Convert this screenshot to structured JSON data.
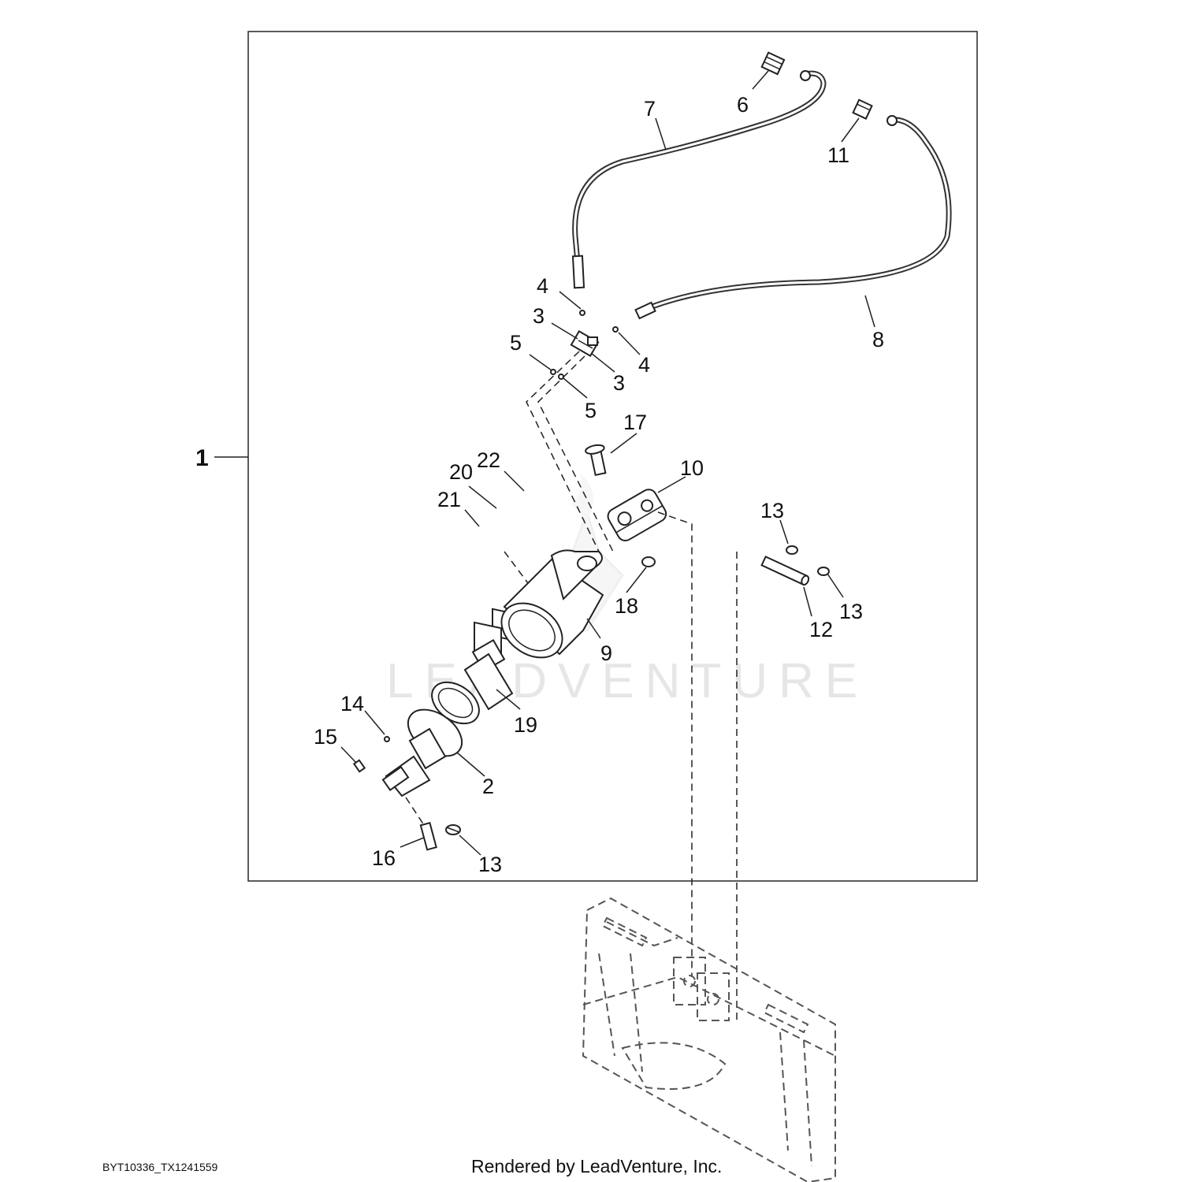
{
  "watermark": "LEADVENTURE",
  "footer": {
    "drawing_id": "BYT10336_TX1241559",
    "credit": "Rendered by LeadVenture, Inc."
  },
  "callouts": {
    "c1": "1",
    "c2": "2",
    "c3a": "3",
    "c3b": "3",
    "c4a": "4",
    "c4b": "4",
    "c5a": "5",
    "c5b": "5",
    "c6": "6",
    "c7": "7",
    "c8": "8",
    "c9": "9",
    "c10": "10",
    "c11": "11",
    "c12": "12",
    "c13a": "13",
    "c13b": "13",
    "c13c": "13",
    "c14": "14",
    "c15": "15",
    "c16": "16",
    "c17": "17",
    "c18": "18",
    "c19": "19",
    "c20": "20",
    "c21": "21",
    "c22": "22"
  }
}
